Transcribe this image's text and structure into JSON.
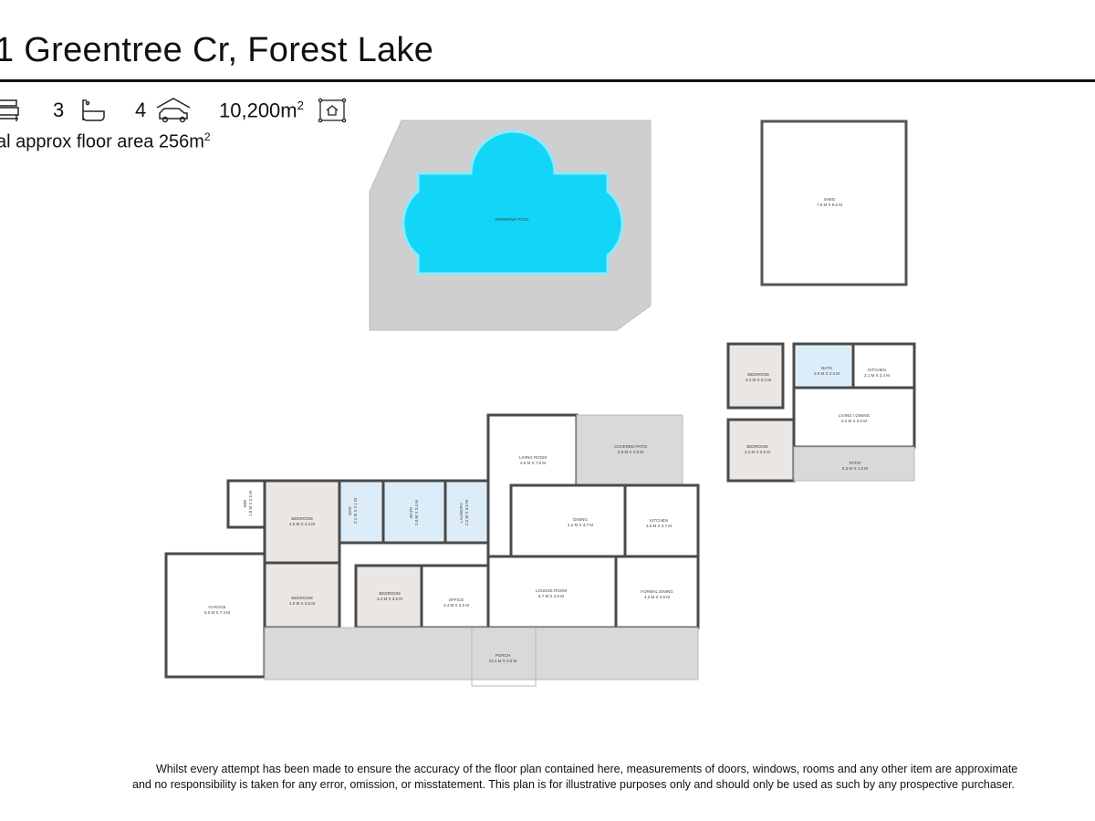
{
  "header": {
    "title": "1 Greentree Cr, Forest Lake",
    "bathrooms": "3",
    "car_spaces": "4",
    "land_area": "10,200m",
    "land_area_sup": "2",
    "floor_area_text": "al approx floor area 256m",
    "floor_area_sup": "2",
    "icons": [
      "bed-icon",
      "bath-icon",
      "garage-car-icon",
      "land-house-icon"
    ]
  },
  "colors": {
    "wall": "#4a4a4a",
    "bedroom_fill": "#e9e6e3",
    "wet_area_fill": "#dcedf9",
    "outdoor_fill": "#d9d9d9",
    "pool_water": "#12d6f7",
    "pool_surround": "#cfcfcf"
  },
  "outbuildings": {
    "pool": {
      "label": "SWIMMING POOL"
    },
    "shed": {
      "label": "SHED",
      "size": "7.6 M X 8.6 M"
    }
  },
  "rooms": [
    {
      "label": "WIR",
      "size": "1.8 M X 2.5 M"
    },
    {
      "label": "BEDROOM",
      "size": "4.0 M X 4.4 M"
    },
    {
      "label": "ENS",
      "size": "2.1 M X 2.1 M"
    },
    {
      "label": "BATH",
      "size": "2.0 M X 3.4 M"
    },
    {
      "label": "LAUNDRY",
      "size": "2.2 M X 3.5 M"
    },
    {
      "label": "GARAGE",
      "size": "5.0 M X 7.4 M"
    },
    {
      "label": "BEDROOM",
      "size": "4.0 M X 3.5 M"
    },
    {
      "label": "BEDROOM",
      "size": "3.4 M X 3.5 M"
    },
    {
      "label": "OFFICE",
      "size": "3.4 M X 3.5 M"
    },
    {
      "label": "LIVING ROOM",
      "size": "4.6 M X 7.6 M"
    },
    {
      "label": "COVERED PATIO",
      "size": "5.6 M X 3.8 M"
    },
    {
      "label": "DINING",
      "size": "4.2 M X 3.7 M"
    },
    {
      "label": "KITCHEN",
      "size": "3.6 M X 3.7 M"
    },
    {
      "label": "LOUNGE ROOM",
      "size": "6.7 M X 4.5 M"
    },
    {
      "label": "FORMAL DINING",
      "size": "4.2 M X 3.6 M"
    },
    {
      "label": "PORCH",
      "size": "23.1 M X 3.0 M"
    },
    {
      "label": "BEDROOM",
      "size": "3.4 M X 3.4 M"
    },
    {
      "label": "BATH",
      "size": "3.0 M X 2.3 M"
    },
    {
      "label": "KITCHEN",
      "size": "3.1 M X 2.4 M"
    },
    {
      "label": "LIVING / DINING",
      "size": "6.2 M X 3.0 M"
    },
    {
      "label": "BEDROOM",
      "size": "3.4 M X 3.6 M"
    },
    {
      "label": "PATIO",
      "size": "6.3 M X 1.8 M"
    }
  ],
  "footer": {
    "line1": "Whilst every attempt has been made to ensure the accuracy of the floor plan contained here, measurements of doors, windows, rooms and any other item are approximate",
    "line2": "and no responsibility is taken for any error, omission, or misstatement. This plan is for illustrative purposes only and should only be used as such by any prospective purchaser."
  }
}
